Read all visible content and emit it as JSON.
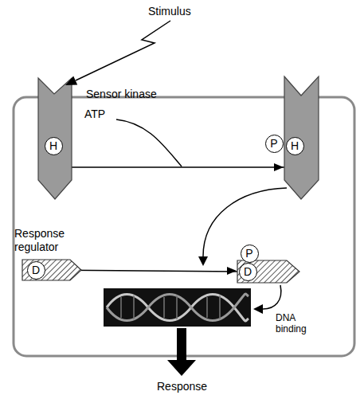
{
  "diagram": {
    "nodes": [
      {
        "text": [
          "H"
        ]
      },
      {
        "text": [
          "P"
        ]
      },
      {
        "text": [
          "H"
        ]
      },
      {
        "text": [
          "D"
        ]
      },
      {
        "text": [
          "P"
        ]
      },
      {
        "text": [
          "D"
        ]
      }
    ],
    "edges": [
      {
        "from": 0,
        "to": 2,
        "arrow": "to"
      },
      {
        "from": 3,
        "to": 5,
        "arrow": "to"
      }
    ],
    "labels": [
      "Stimulus",
      "Sensor kinase",
      "ATP",
      "Response regulator",
      "DNA binding",
      "Response"
    ]
  }
}
